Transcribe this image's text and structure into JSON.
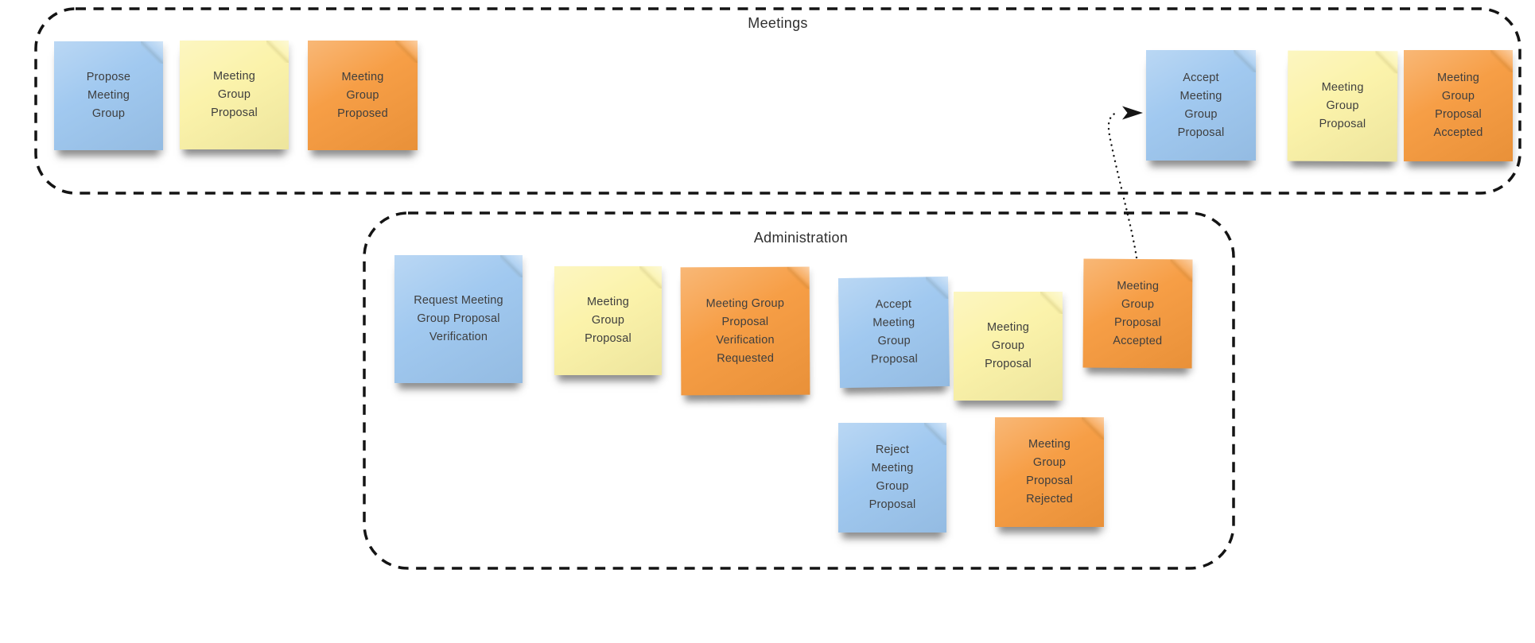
{
  "board": {
    "kind": "sticky-note-diagram",
    "background": "#ffffff"
  },
  "colors": {
    "blue": "#9cc6ef",
    "yellow": "#fbf2a6",
    "orange": "#f6993c",
    "ink": "#3e3e3e",
    "line": "#141414"
  },
  "containers": {
    "meetings": {
      "title": "Meetings"
    },
    "administration": {
      "title": "Administration"
    }
  },
  "notes": [
    {
      "container": "meetings",
      "color": "blue",
      "label": "Propose\nMeeting\nGroup"
    },
    {
      "container": "meetings",
      "color": "yellow",
      "label": "Meeting\nGroup\nProposal"
    },
    {
      "container": "meetings",
      "color": "orange",
      "label": "Meeting\nGroup\nProposed"
    },
    {
      "container": "meetings",
      "color": "blue",
      "label": "Accept\nMeeting\nGroup\nProposal"
    },
    {
      "container": "meetings",
      "color": "yellow",
      "label": "Meeting\nGroup\nProposal"
    },
    {
      "container": "meetings",
      "color": "orange",
      "label": "Meeting\nGroup\nProposal\nAccepted"
    },
    {
      "container": "administration",
      "color": "blue",
      "label": "Request Meeting\nGroup Proposal\nVerification"
    },
    {
      "container": "administration",
      "color": "yellow",
      "label": "Meeting\nGroup\nProposal"
    },
    {
      "container": "administration",
      "color": "orange",
      "label": "Meeting Group\nProposal\nVerification\nRequested"
    },
    {
      "container": "administration",
      "color": "blue",
      "label": "Accept\nMeeting\nGroup\nProposal"
    },
    {
      "container": "administration",
      "color": "yellow",
      "label": "Meeting\nGroup\nProposal"
    },
    {
      "container": "administration",
      "color": "orange",
      "label": "Meeting\nGroup\nProposal\nAccepted"
    },
    {
      "container": "administration",
      "color": "blue",
      "label": "Reject\nMeeting\nGroup\nProposal"
    },
    {
      "container": "administration",
      "color": "orange",
      "label": "Meeting\nGroup\nProposal\nRejected"
    }
  ],
  "arrow": {
    "style": "dotted",
    "from": "administration: Meeting Group Proposal Accepted",
    "to": "meetings: Accept Meeting Group Proposal"
  }
}
